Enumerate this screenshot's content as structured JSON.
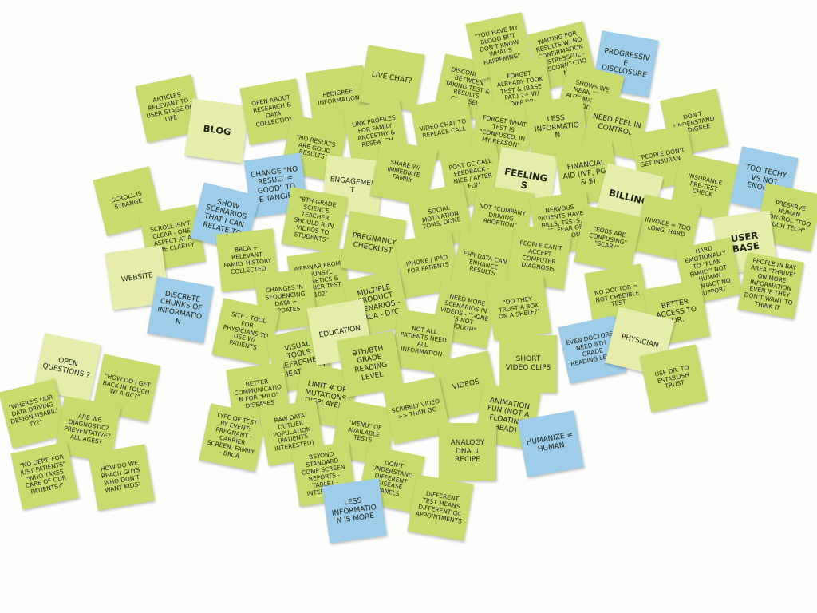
{
  "notes": [
    {
      "id": "articles-relevant",
      "text": "Articles relevant to user stage of life",
      "color": "green",
      "size": "normal"
    },
    {
      "id": "blog",
      "text": "Blog",
      "color": "yellow",
      "size": "big"
    },
    {
      "id": "open-about-research",
      "text": "Open about research & data collection",
      "color": "green",
      "size": "normal"
    },
    {
      "id": "pedigree-information",
      "text": "Pedigree information",
      "color": "green",
      "size": "normal"
    },
    {
      "id": "live-chat",
      "text": "Live chat?",
      "color": "green",
      "size": "mid"
    },
    {
      "id": "disconnect-taking-test",
      "text": "Disconnect between taking test & results counsel",
      "color": "green",
      "size": "normal"
    },
    {
      "id": "you-have-my-blood",
      "text": "\"You have my blood but don't know what's happening\"",
      "color": "green",
      "size": "normal"
    },
    {
      "id": "waiting-for-results",
      "text": "Waiting for results w/ no confirmation is stressful - disconnection",
      "color": "green",
      "size": "normal"
    },
    {
      "id": "progressive-disclosure",
      "text": "Progressive disclosure",
      "color": "blue",
      "size": "mid"
    },
    {
      "id": "forget-already-took-test",
      "text": "Forget already took test & (base pat.) 2+ w/ diff dr.",
      "color": "green",
      "size": "normal"
    },
    {
      "id": "shows-we-mean-tech",
      "text": "Shows we mean tech automation = hidden",
      "color": "green",
      "size": "normal"
    },
    {
      "id": "no-results-are-good",
      "text": "\"No results are good results\"",
      "color": "green",
      "size": "normal"
    },
    {
      "id": "link-profiles",
      "text": "Link profiles for family ancestry & research",
      "color": "green",
      "size": "normal"
    },
    {
      "id": "video-chat",
      "text": "Video chat to replace call",
      "color": "green",
      "size": "normal"
    },
    {
      "id": "forget-what-test",
      "text": "Forget what test is \"confused, in my reason\"",
      "color": "green",
      "size": "normal"
    },
    {
      "id": "less-information-top",
      "text": "Less information",
      "color": "green",
      "size": "mid"
    },
    {
      "id": "need-feel-in-control",
      "text": "Need feel in control",
      "color": "green",
      "size": "mid"
    },
    {
      "id": "dont-understand-pedigree",
      "text": "Don't understand pedigree",
      "color": "green",
      "size": "normal"
    },
    {
      "id": "change-no-result",
      "text": "Change \"no result = good\" to be tangible",
      "color": "blue",
      "size": "mid"
    },
    {
      "id": "engagement",
      "text": "Engagement",
      "color": "yellow",
      "size": "mid"
    },
    {
      "id": "share-with-family",
      "text": "Share w/ immediate family",
      "color": "green",
      "size": "normal"
    },
    {
      "id": "post-gc-call",
      "text": "Post GC call feedback - nice / after fun",
      "color": "green",
      "size": "normal"
    },
    {
      "id": "feelings",
      "text": "Feelings",
      "color": "yellow",
      "size": "big"
    },
    {
      "id": "financial-aid",
      "text": "Financial aid (IVF, PGD & $)",
      "color": "green",
      "size": "mid"
    },
    {
      "id": "people-dont-get-insurance",
      "text": "People don't get insurance",
      "color": "green",
      "size": "normal"
    },
    {
      "id": "insurance-pre-test-check",
      "text": "Insurance pre-test check",
      "color": "green",
      "size": "normal"
    },
    {
      "id": "too-techy",
      "text": "Too techy vs not enough",
      "color": "blue",
      "size": "mid"
    },
    {
      "id": "scroll-is-strange",
      "text": "Scroll is strange",
      "color": "green",
      "size": "normal"
    },
    {
      "id": "scroll-isnt-clear",
      "text": "Scroll isn't clear - one aspect at a time clarity",
      "color": "green",
      "size": "normal"
    },
    {
      "id": "show-scenarios",
      "text": "Show scenarios that I can relate to",
      "color": "blue",
      "size": "mid"
    },
    {
      "id": "eighth-grade-science",
      "text": "\"8th grade science teacher should run videos to students\"",
      "color": "green",
      "size": "normal"
    },
    {
      "id": "social-motivation",
      "text": "Social motivation toms, done",
      "color": "green",
      "size": "normal"
    },
    {
      "id": "not-company-driving",
      "text": "Not \"company driving abortion\"",
      "color": "green",
      "size": "normal"
    },
    {
      "id": "nervous-patients",
      "text": "Nervous patients have bills, tests, etc. fear of collections",
      "color": "green",
      "size": "normal"
    },
    {
      "id": "billing",
      "text": "Billing",
      "color": "yellow",
      "size": "big"
    },
    {
      "id": "invoice-too-long",
      "text": "Invoice = too long, hard",
      "color": "green",
      "size": "normal"
    },
    {
      "id": "preserve-human-control",
      "text": "Preserve human control \"too much tech\"",
      "color": "green",
      "size": "normal"
    },
    {
      "id": "user-base",
      "text": "User base",
      "color": "yellow",
      "size": "big"
    },
    {
      "id": "brca-relevant-history",
      "text": "BRCA + relevant family history collected",
      "color": "green",
      "size": "normal"
    },
    {
      "id": "webinar-counsyl",
      "text": "Webinar from Counsyl \"genetics & carrier test 102\"",
      "color": "green",
      "size": "normal"
    },
    {
      "id": "pregnancy-checklist",
      "text": "Pregnancy checklist",
      "color": "green",
      "size": "mid"
    },
    {
      "id": "iphone-ipad",
      "text": "iPhone / iPad for patients",
      "color": "green",
      "size": "normal"
    },
    {
      "id": "ehr-data",
      "text": "EHR data can enhance results",
      "color": "green",
      "size": "normal"
    },
    {
      "id": "people-cant-accept",
      "text": "People can't accept computer diagnosis",
      "color": "green",
      "size": "normal"
    },
    {
      "id": "eobs-confusing",
      "text": "\"EOBs are confusing\" \"scary\"",
      "color": "green",
      "size": "normal"
    },
    {
      "id": "hard-emotionally",
      "text": "Hard emotionally to \"plan family\" not human contact no support",
      "color": "green",
      "size": "normal"
    },
    {
      "id": "people-in-bay-area",
      "text": "People in bay area \"thrive\" on more information even if they don't want to think it",
      "color": "green",
      "size": "normal"
    },
    {
      "id": "website",
      "text": "Website",
      "color": "yellow",
      "size": "mid"
    },
    {
      "id": "discrete-chunks",
      "text": "Discrete chunks of information",
      "color": "blue",
      "size": "mid"
    },
    {
      "id": "changes-in-sequencing",
      "text": "Changes in sequencing data = updates",
      "color": "green",
      "size": "normal"
    },
    {
      "id": "multiple-product-scenarios",
      "text": "Multiple product scenarios - BRCA - DTC",
      "color": "green",
      "size": "mid"
    },
    {
      "id": "need-more-scenarios",
      "text": "Need more scenarios in videos - \"gone is not enough\"",
      "color": "green",
      "size": "normal"
    },
    {
      "id": "do-they-trust-box",
      "text": "\"Do they trust a box on a shelf?\"",
      "color": "green",
      "size": "normal"
    },
    {
      "id": "no-doctor-not-credible",
      "text": "No doctor = not credible test",
      "color": "green",
      "size": "normal"
    },
    {
      "id": "better-access-to-dr",
      "text": "Better access to Dr.",
      "color": "green",
      "size": "mid"
    },
    {
      "id": "open-questions",
      "text": "Open questions ?",
      "color": "yellow",
      "size": "mid"
    },
    {
      "id": "how-do-i-get-back",
      "text": "\"How do I get back in touch w/ a GC?\"",
      "color": "green",
      "size": "normal"
    },
    {
      "id": "site-tool-physicians",
      "text": "Site - tool for physicians to use w/ patients",
      "color": "green",
      "size": "normal"
    },
    {
      "id": "visual-tools-refresher",
      "text": "Visual tools refresher cheat sheet",
      "color": "green",
      "size": "mid"
    },
    {
      "id": "education",
      "text": "Education",
      "color": "yellow",
      "size": "mid"
    },
    {
      "id": "not-all-patients",
      "text": "Not all patients need all information",
      "color": "green",
      "size": "normal"
    },
    {
      "id": "short-video-clips",
      "text": "Short video clips",
      "color": "green",
      "size": "mid"
    },
    {
      "id": "even-doctors-need",
      "text": "Even doctors need 8th grade reading level",
      "color": "blue",
      "size": "normal"
    },
    {
      "id": "physician",
      "text": "Physician",
      "color": "yellow",
      "size": "mid"
    },
    {
      "id": "use-dr-establish-trust",
      "text": "Use Dr. to establish trust",
      "color": "green",
      "size": "normal"
    },
    {
      "id": "wheres-our-data",
      "text": "\"Where's our data driving design/usability?\"",
      "color": "green",
      "size": "normal"
    },
    {
      "id": "are-we-diagnostic",
      "text": "Are we diagnostic? preventative? all ages?",
      "color": "green",
      "size": "normal"
    },
    {
      "id": "better-communication-hilo",
      "text": "Better communication for \"HILO\" diseases",
      "color": "green",
      "size": "normal"
    },
    {
      "id": "limit-mutations",
      "text": "Limit # of mutations displayed",
      "color": "green",
      "size": "mid"
    },
    {
      "id": "ninth-grade-reading",
      "text": "9th/8th grade reading level",
      "color": "green",
      "size": "mid"
    },
    {
      "id": "videos",
      "text": "Videos",
      "color": "green",
      "size": "mid"
    },
    {
      "id": "animation-fun",
      "text": "Animation fun (not a floating head)",
      "color": "green",
      "size": "mid"
    },
    {
      "id": "type-of-test",
      "text": "Type of test by event: pregnant - carrier screen, family - BRCA",
      "color": "green",
      "size": "normal"
    },
    {
      "id": "raw-data-outlier",
      "text": "Raw data outlier population (patients interested)",
      "color": "green",
      "size": "normal"
    },
    {
      "id": "menu-of-available-tests",
      "text": "\"Menu\" of available tests",
      "color": "green",
      "size": "normal"
    },
    {
      "id": "scribbly-video",
      "text": "Scribbly video >> than GC",
      "color": "green",
      "size": "normal"
    },
    {
      "id": "analogy-dna-recipe",
      "text": "Analogy DNA ⇓ Recipe",
      "color": "green",
      "size": "mid"
    },
    {
      "id": "humanize-human",
      "text": "Humanize ≠ human",
      "color": "blue",
      "size": "mid"
    },
    {
      "id": "no-dept-for-patients",
      "text": "\"No dept. for just patients\" \"who takes care of our patients?\"",
      "color": "green",
      "size": "normal"
    },
    {
      "id": "how-do-we-reach",
      "text": "How do we reach guys who don't want kids?",
      "color": "green",
      "size": "normal"
    },
    {
      "id": "beyond-standard",
      "text": "Beyond standard comp screen reports - tablet - interactive",
      "color": "green",
      "size": "normal"
    },
    {
      "id": "dont-understand-panels",
      "text": "Don't understand different disease panels",
      "color": "green",
      "size": "normal"
    },
    {
      "id": "less-information-more",
      "text": "Less information is more",
      "color": "blue",
      "size": "mid"
    },
    {
      "id": "different-test-means",
      "text": "Different test means different GC appointments",
      "color": "green",
      "size": "normal"
    }
  ]
}
